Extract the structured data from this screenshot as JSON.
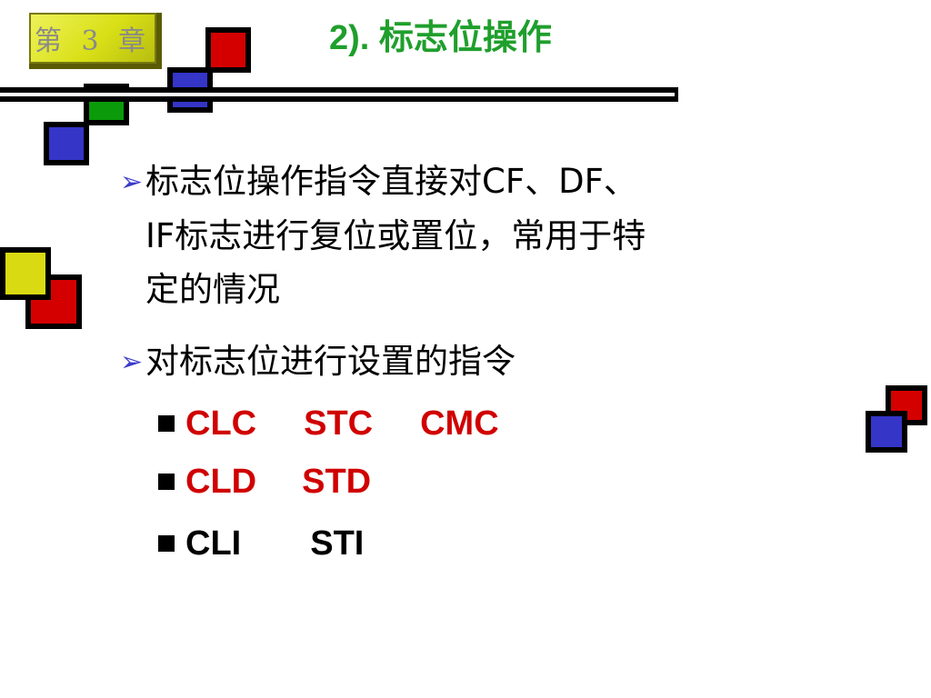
{
  "chapter_label": "第 3 章",
  "title": "2). 标志位操作",
  "bullets": {
    "b1_line1": "标志位操作指令直接对CF、DF、",
    "b1_line2": "IF标志进行复位或置位，常用于特",
    "b1_line3": "定的情况",
    "b2": "对标志位进行设置的指令"
  },
  "instructions": [
    {
      "a": "CLC",
      "b": "STC",
      "c": "CMC"
    },
    {
      "a": "CLD",
      "b": "STD"
    },
    {
      "a": "CLI",
      "b": "STI"
    }
  ],
  "colors": {
    "title": "#1f9f2c",
    "instr_red": "#d00000",
    "accent_blue": "#3535c8",
    "accent_red": "#d40000",
    "accent_green": "#0a9a0a",
    "accent_yellow": "#dada12"
  }
}
